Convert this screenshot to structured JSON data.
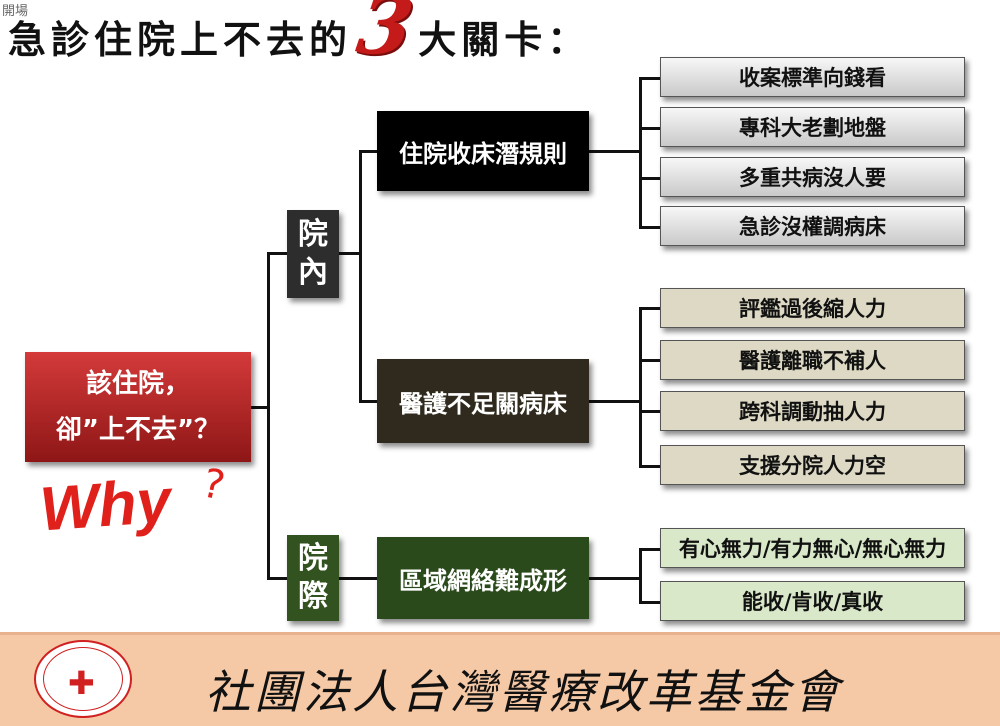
{
  "corner": "開場",
  "title": {
    "before": "急診住院上不去的",
    "number": "3",
    "after": "大關卡："
  },
  "root": {
    "line1": "該住院，",
    "line2": "卻”上不去”？"
  },
  "why": "Why",
  "why_mark": "?",
  "branches": {
    "inner": {
      "label_1": "院",
      "label_2": "內"
    },
    "outer": {
      "label_1": "院",
      "label_2": "際"
    }
  },
  "level2": {
    "a": "住院收床潛規則",
    "b": "醫護不足關病床",
    "c": "區域網絡難成形"
  },
  "level3": {
    "a": [
      "收案標準向錢看",
      "專科大老劃地盤",
      "多重共病沒人要",
      "急診沒權調病床"
    ],
    "b": [
      "評鑑過後縮人力",
      "醫護離職不補人",
      "跨科調動抽人力",
      "支援分院人力空"
    ],
    "c": [
      "有心無力/有力無心/無心無力",
      "能收/肯收/真收"
    ]
  },
  "footer": {
    "org": "社團法人台灣醫療改革基金會"
  },
  "colors": {
    "title_number": "#c51a1a",
    "root": "#b02222",
    "inner": "#2d2d2d",
    "outer": "#32521f"
  }
}
